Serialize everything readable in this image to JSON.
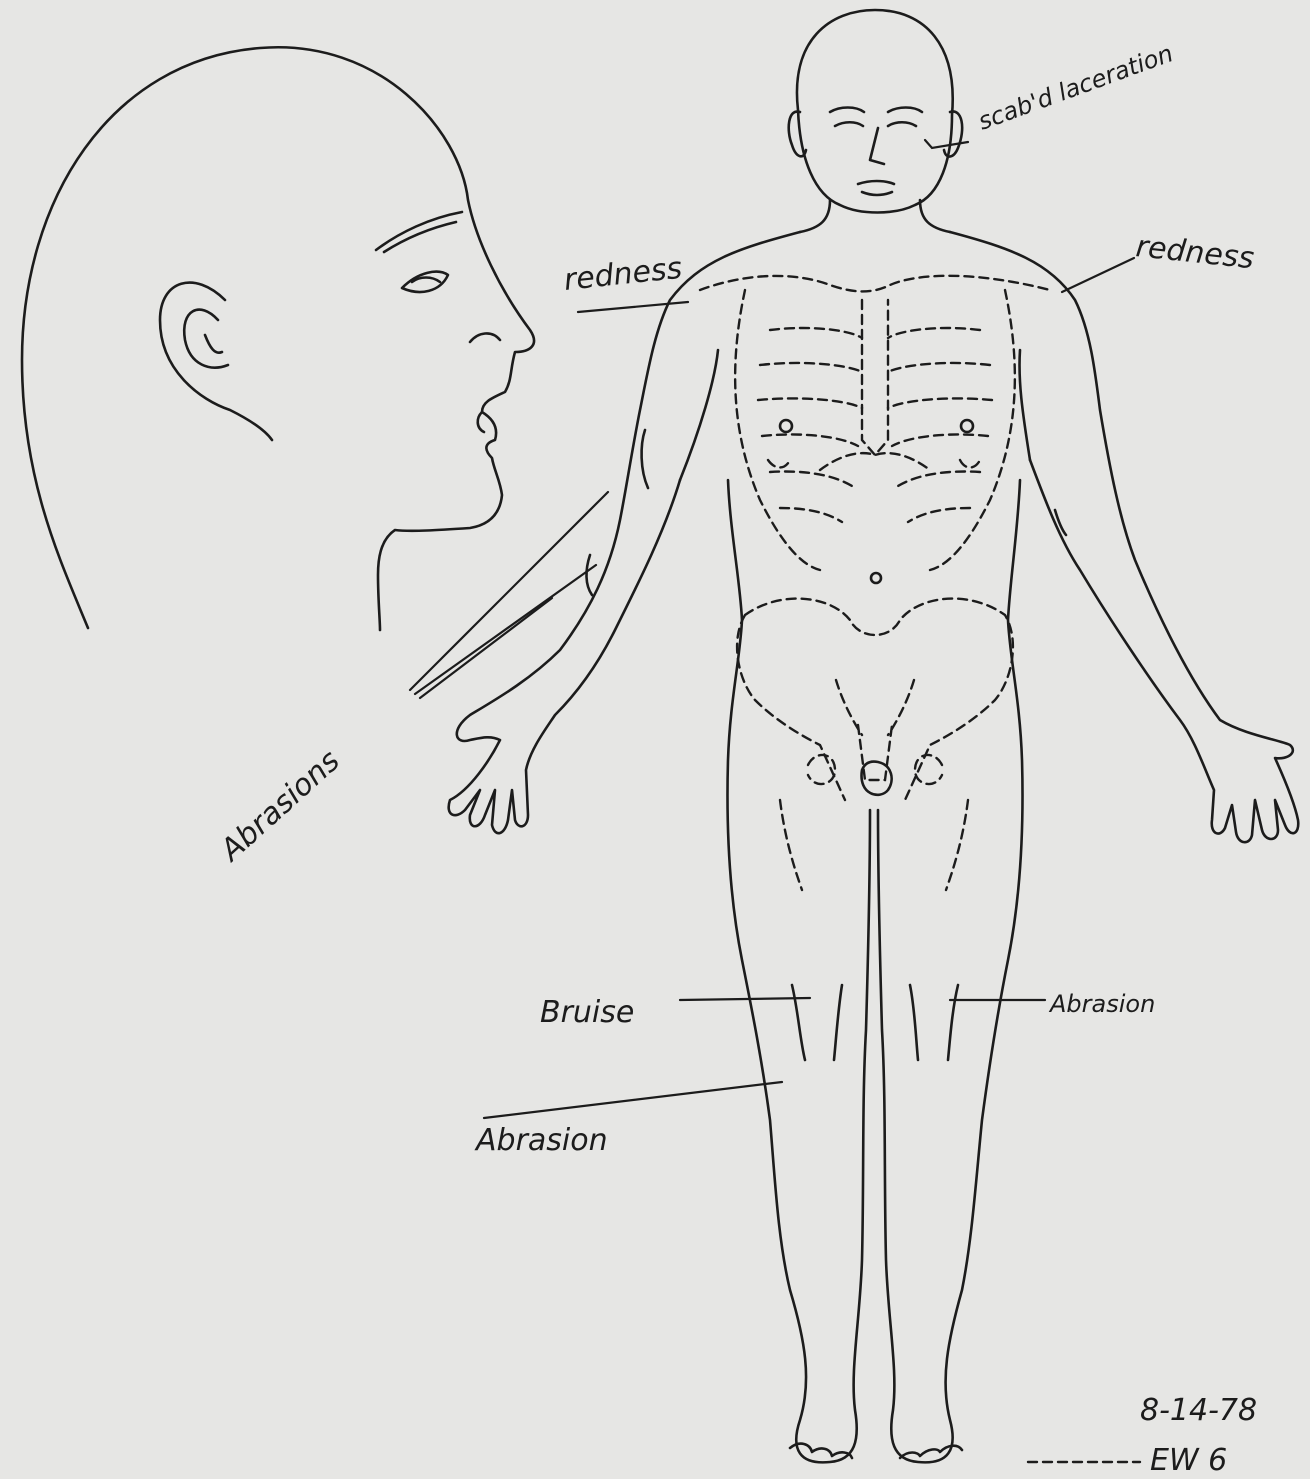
{
  "annotations": {
    "face_wound": "scab'd laceration",
    "left_shoulder": "redness",
    "right_shoulder": "redness",
    "arm_abrasions": "Abrasions",
    "right_knee_bruise": "Bruise",
    "left_knee_abrasion": "Abrasion",
    "right_shin_abrasion": "Abrasion"
  },
  "footer": {
    "date": "8-14-78",
    "initials": "EW 6"
  }
}
